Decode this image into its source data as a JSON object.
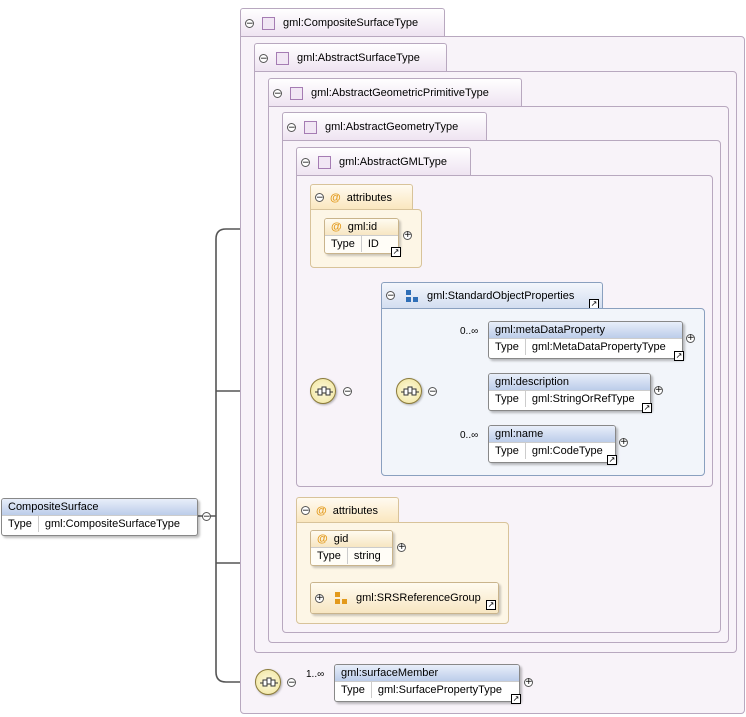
{
  "types": {
    "composite_surface": "gml:CompositeSurfaceType",
    "abstract_surface": "gml:AbstractSurfaceType",
    "abstract_geometric_primitive": "gml:AbstractGeometricPrimitiveType",
    "abstract_geometry": "gml:AbstractGeometryType",
    "abstract_gml": "gml:AbstractGMLType"
  },
  "attributes_1": {
    "header": "attributes",
    "id_name": "gml:id",
    "id_type_key": "Type",
    "id_type_value": "ID"
  },
  "standard_object_properties": {
    "name": "gml:StandardObjectProperties",
    "metadata": {
      "name": "gml:metaDataProperty",
      "type_key": "Type",
      "type_value": "gml:MetaDataPropertyType",
      "cardinality": "0..∞"
    },
    "description": {
      "name": "gml:description",
      "type_key": "Type",
      "type_value": "gml:StringOrRefType"
    },
    "gname": {
      "name": "gml:name",
      "type_key": "Type",
      "type_value": "gml:CodeType",
      "cardinality": "0..∞"
    }
  },
  "attributes_2": {
    "header": "attributes",
    "gid_name": "gid",
    "gid_type_key": "Type",
    "gid_type_value": "string",
    "srs_group": "gml:SRSReferenceGroup"
  },
  "root": {
    "name": "CompositeSurface",
    "type_key": "Type",
    "type_value": "gml:CompositeSurfaceType"
  },
  "surface_member": {
    "name": "gml:surfaceMember",
    "type_key": "Type",
    "type_value": "gml:SurfacePropertyType",
    "cardinality": "1..∞"
  },
  "colors": {
    "type_border": "#b8a8bf",
    "element_header": "#bccdea",
    "attribute_bg": "#fdf6e6",
    "connector": "#555555"
  }
}
